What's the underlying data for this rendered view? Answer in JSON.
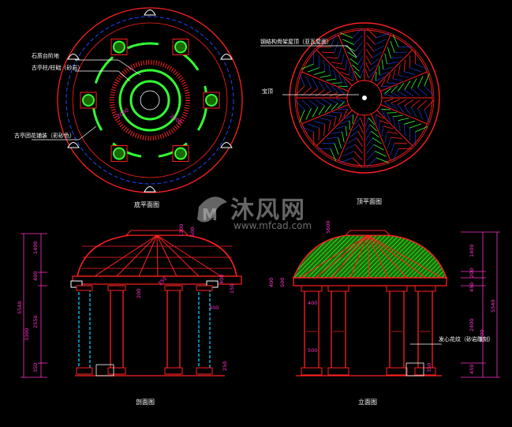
{
  "drawing": {
    "background": "#000000",
    "colors": {
      "line": "#ff2020",
      "dim": "#ff33cc",
      "green": "#33ff33",
      "cyan": "#00ccff",
      "blue": "#2244ff",
      "yellow": "#ffff00",
      "white": "#ffffff"
    }
  },
  "plan_bottom": {
    "caption": "底平面图",
    "notes": [
      "石质台阶地",
      "古亭柱/柱础（砂岩）",
      "古亭团花铺装（彩砂色）"
    ],
    "dims": [
      "2000",
      "2000"
    ]
  },
  "plan_top": {
    "caption": "顶平面图",
    "notes": [
      "钢结构骨架屋顶（亚瓦屋面）",
      "宝顶"
    ]
  },
  "section": {
    "caption": "剖面图",
    "dims_left": [
      "1400",
      "400",
      "2550",
      "350"
    ],
    "dims_total_left": [
      "5540",
      "3300"
    ],
    "dims_misc": [
      "1300",
      "500",
      "350",
      "200",
      "400",
      "150",
      "250",
      "400"
    ]
  },
  "elevation": {
    "caption": "立面图",
    "note": "发心花纹（砂岩雕刻）",
    "dims_right": [
      "1400",
      "200",
      "450",
      "2400",
      "450"
    ],
    "dims_total_right": [
      "5540",
      "3100"
    ],
    "dims_misc": [
      "5600",
      "400",
      "500",
      "400",
      "500",
      "350"
    ]
  },
  "watermark": {
    "brand": "沐风网",
    "url": "www.mfcad.com"
  }
}
